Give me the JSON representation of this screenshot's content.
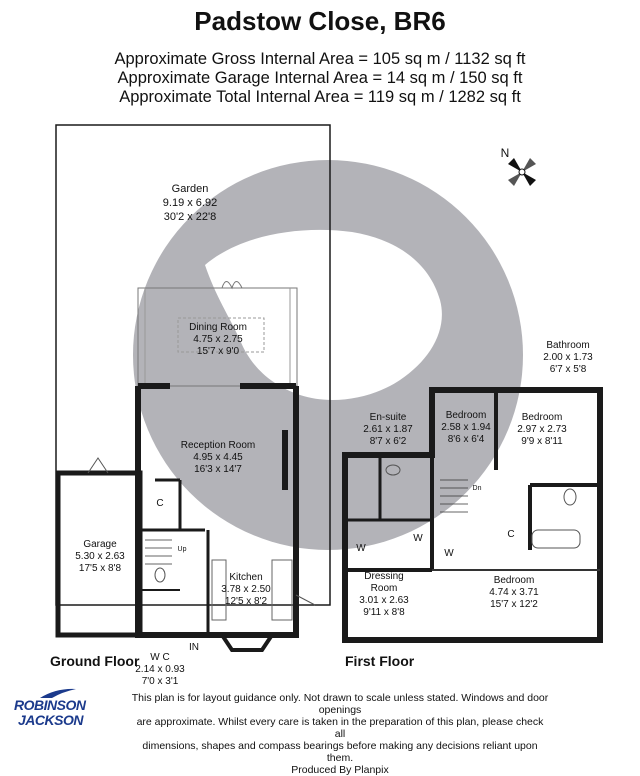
{
  "header": {
    "title": "Padstow Close, BR6",
    "gross_area": "Approximate Gross Internal Area = 105 sq m / 1132 sq ft",
    "garage_area": "Approximate Garage Internal Area = 14 sq m / 150 sq ft",
    "total_area": "Approximate Total Internal Area = 119 sq m / 1282 sq ft"
  },
  "compass": {
    "label": "N"
  },
  "floors": {
    "ground": "Ground Floor",
    "first": "First Floor"
  },
  "rooms": {
    "garden": {
      "name": "Garden",
      "metric": "9.19 x 6.92",
      "imperial": "30'2 x 22'8"
    },
    "dining": {
      "name": "Dining Room",
      "metric": "4.75 x 2.75",
      "imperial": "15'7 x 9'0"
    },
    "reception": {
      "name": "Reception Room",
      "metric": "4.95 x 4.45",
      "imperial": "16'3 x 14'7"
    },
    "garage": {
      "name": "Garage",
      "metric": "5.30 x 2.63",
      "imperial": "17'5 x 8'8"
    },
    "kitchen": {
      "name": "Kitchen",
      "metric": "3.78 x 2.50",
      "imperial": "12'5 x 8'2"
    },
    "wc": {
      "name": "W C",
      "metric": "2.14 x 0.93",
      "imperial": "7'0 x 3'1"
    },
    "ensuite": {
      "name": "En-suite",
      "metric": "2.61 x 1.87",
      "imperial": "8'7 x 6'2"
    },
    "bedroom1": {
      "name": "Bedroom",
      "metric": "2.58 x 1.94",
      "imperial": "8'6 x 6'4"
    },
    "bedroom2": {
      "name": "Bedroom",
      "metric": "2.97 x 2.73",
      "imperial": "9'9 x 8'11"
    },
    "bathroom": {
      "name": "Bathroom",
      "metric": "2.00 x 1.73",
      "imperial": "6'7 x 5'8"
    },
    "dressing": {
      "name": "Dressing",
      "name2": "Room",
      "metric": "3.01 x 2.63",
      "imperial": "9'11 x 8'8"
    },
    "bedroom3": {
      "name": "Bedroom",
      "metric": "4.74 x 3.71",
      "imperial": "15'7 x 12'2"
    }
  },
  "markers": {
    "cupboard": "C",
    "wardrobe": "W",
    "up": "Up",
    "down": "Dn",
    "entrance": "IN"
  },
  "footer": {
    "line1": "This plan is for layout guidance only. Not drawn to scale unless stated. Windows and door openings",
    "line2": "are approximate. Whilst every care is taken in the preparation of this plan, please check all",
    "line3": "dimensions, shapes and compass bearings before making any decisions reliant upon them.",
    "line4": "Produced By Planpix"
  },
  "logo": {
    "line1": "ROBINSON",
    "line2": "JACKSON"
  },
  "colors": {
    "watermark": "#b3b3b8",
    "wall": "#1a1a1a",
    "brand": "#1b3a8c"
  }
}
